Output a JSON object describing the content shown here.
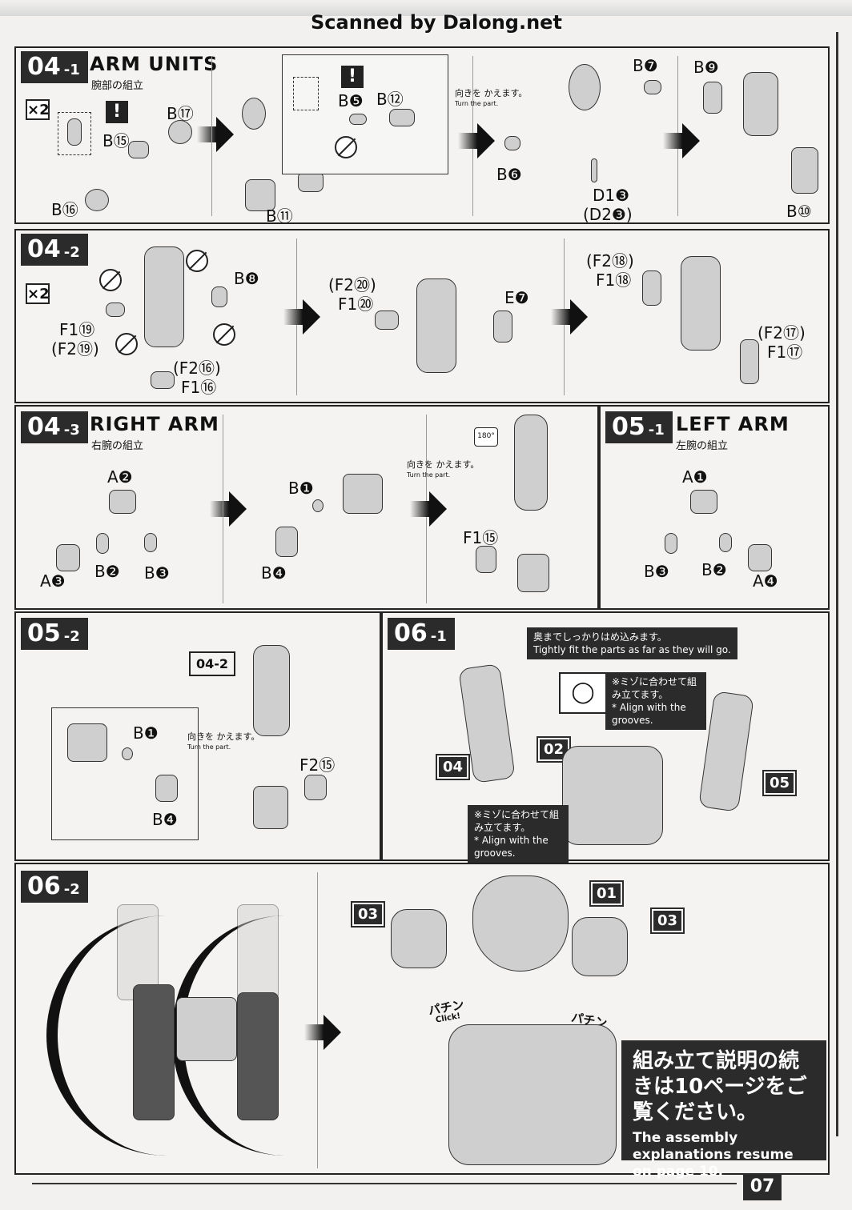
{
  "header": {
    "scan_credit": "Scanned by Dalong.net"
  },
  "turn_part": {
    "jp": "向きを かえます。",
    "en": "Turn the part."
  },
  "step_04_1": {
    "number": "04",
    "sub": "-1",
    "title": "ARM UNITS",
    "jp_title": "腕部の組立",
    "qty": "×2",
    "labels": {
      "b15": "B⑮",
      "b17": "B⑰",
      "b16": "B⑯",
      "b5": "B❺",
      "b12": "B⑫",
      "b11": "B⑪",
      "b7": "B❼",
      "b6": "B❻",
      "d1": "D1❸",
      "d2": "(D2❸)",
      "b9": "B❾",
      "b10": "B⑩"
    }
  },
  "step_04_2": {
    "number": "04",
    "sub": "-2",
    "qty": "×2",
    "labels": {
      "b8": "B❽",
      "f1_19": "F1⑲",
      "f2_19": "(F2⑲)",
      "f2_16": "(F2⑯)",
      "f1_16": "F1⑯",
      "f2_20": "(F2⑳)",
      "f1_20": "F1⑳",
      "e7": "E❼",
      "f2_18": "(F2⑱)",
      "f1_18": "F1⑱",
      "f2_17": "(F2⑰)",
      "f1_17": "F1⑰"
    }
  },
  "step_04_3": {
    "number": "04",
    "sub": "-3",
    "title": "RIGHT ARM",
    "jp_title": "右腕の組立",
    "labels": {
      "a2": "A❷",
      "a3": "A❸",
      "b2": "B❷",
      "b3": "B❸",
      "b1": "B❶",
      "b4": "B❹",
      "f1_15": "F1⑮",
      "rot": "180°"
    }
  },
  "step_05_1": {
    "number": "05",
    "sub": "-1",
    "title": "LEFT ARM",
    "jp_title": "左腕の組立",
    "labels": {
      "a1": "A❶",
      "b3": "B❸",
      "b2": "B❷",
      "a4": "A❹"
    }
  },
  "step_05_2": {
    "number": "05",
    "sub": "-2",
    "ref": "04-2",
    "labels": {
      "b1": "B❶",
      "b4": "B❹",
      "f2_15": "F2⑮"
    }
  },
  "step_06_1": {
    "number": "06",
    "sub": "-1",
    "note_top": {
      "jp": "奥までしっかりはめ込みます。",
      "en": "Tightly fit the parts as far as they will go."
    },
    "note_groove": {
      "jp": "※ミゾに合わせて組み立てます。",
      "en": "* Align with the grooves."
    },
    "tags": {
      "t04": "04",
      "t02": "02",
      "t05": "05"
    }
  },
  "step_06_2": {
    "number": "06",
    "sub": "-2",
    "tags": {
      "t01": "01",
      "t03a": "03",
      "t03b": "03"
    },
    "click": {
      "jp": "パチン",
      "en": "Click!"
    },
    "resume": {
      "jp": "組み立て説明の続きは10ページをご覧ください。",
      "en": "The assembly explanations resume on page 10."
    }
  },
  "footer": {
    "page_number": "07"
  }
}
